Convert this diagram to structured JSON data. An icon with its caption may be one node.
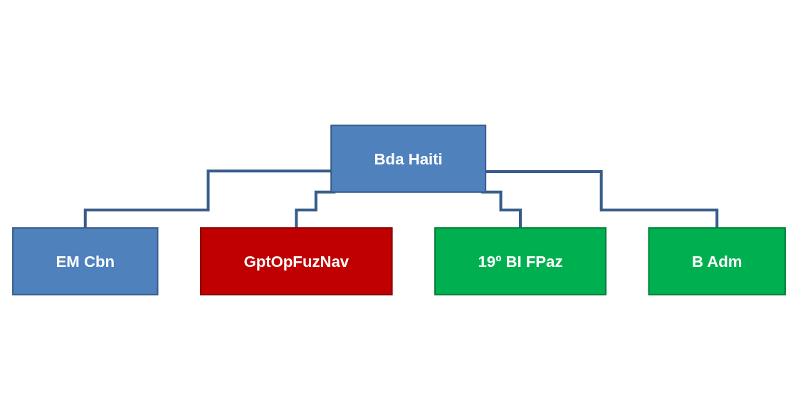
{
  "diagram": {
    "nodes": [
      {
        "text": [
          "Bda Haiti"
        ]
      },
      {
        "text": [
          "EM Cbn"
        ]
      },
      {
        "text": [
          "GptOpFuzNav"
        ]
      },
      {
        "text": [
          "19º BI FPaz"
        ]
      },
      {
        "text": [
          "B Adm"
        ]
      }
    ],
    "edges": [
      {
        "from": 0,
        "to": 1,
        "arrow": "none"
      },
      {
        "from": 0,
        "to": 2,
        "arrow": "none"
      },
      {
        "from": 0,
        "to": 3,
        "arrow": "none"
      },
      {
        "from": 0,
        "to": 4,
        "arrow": "none"
      }
    ]
  }
}
